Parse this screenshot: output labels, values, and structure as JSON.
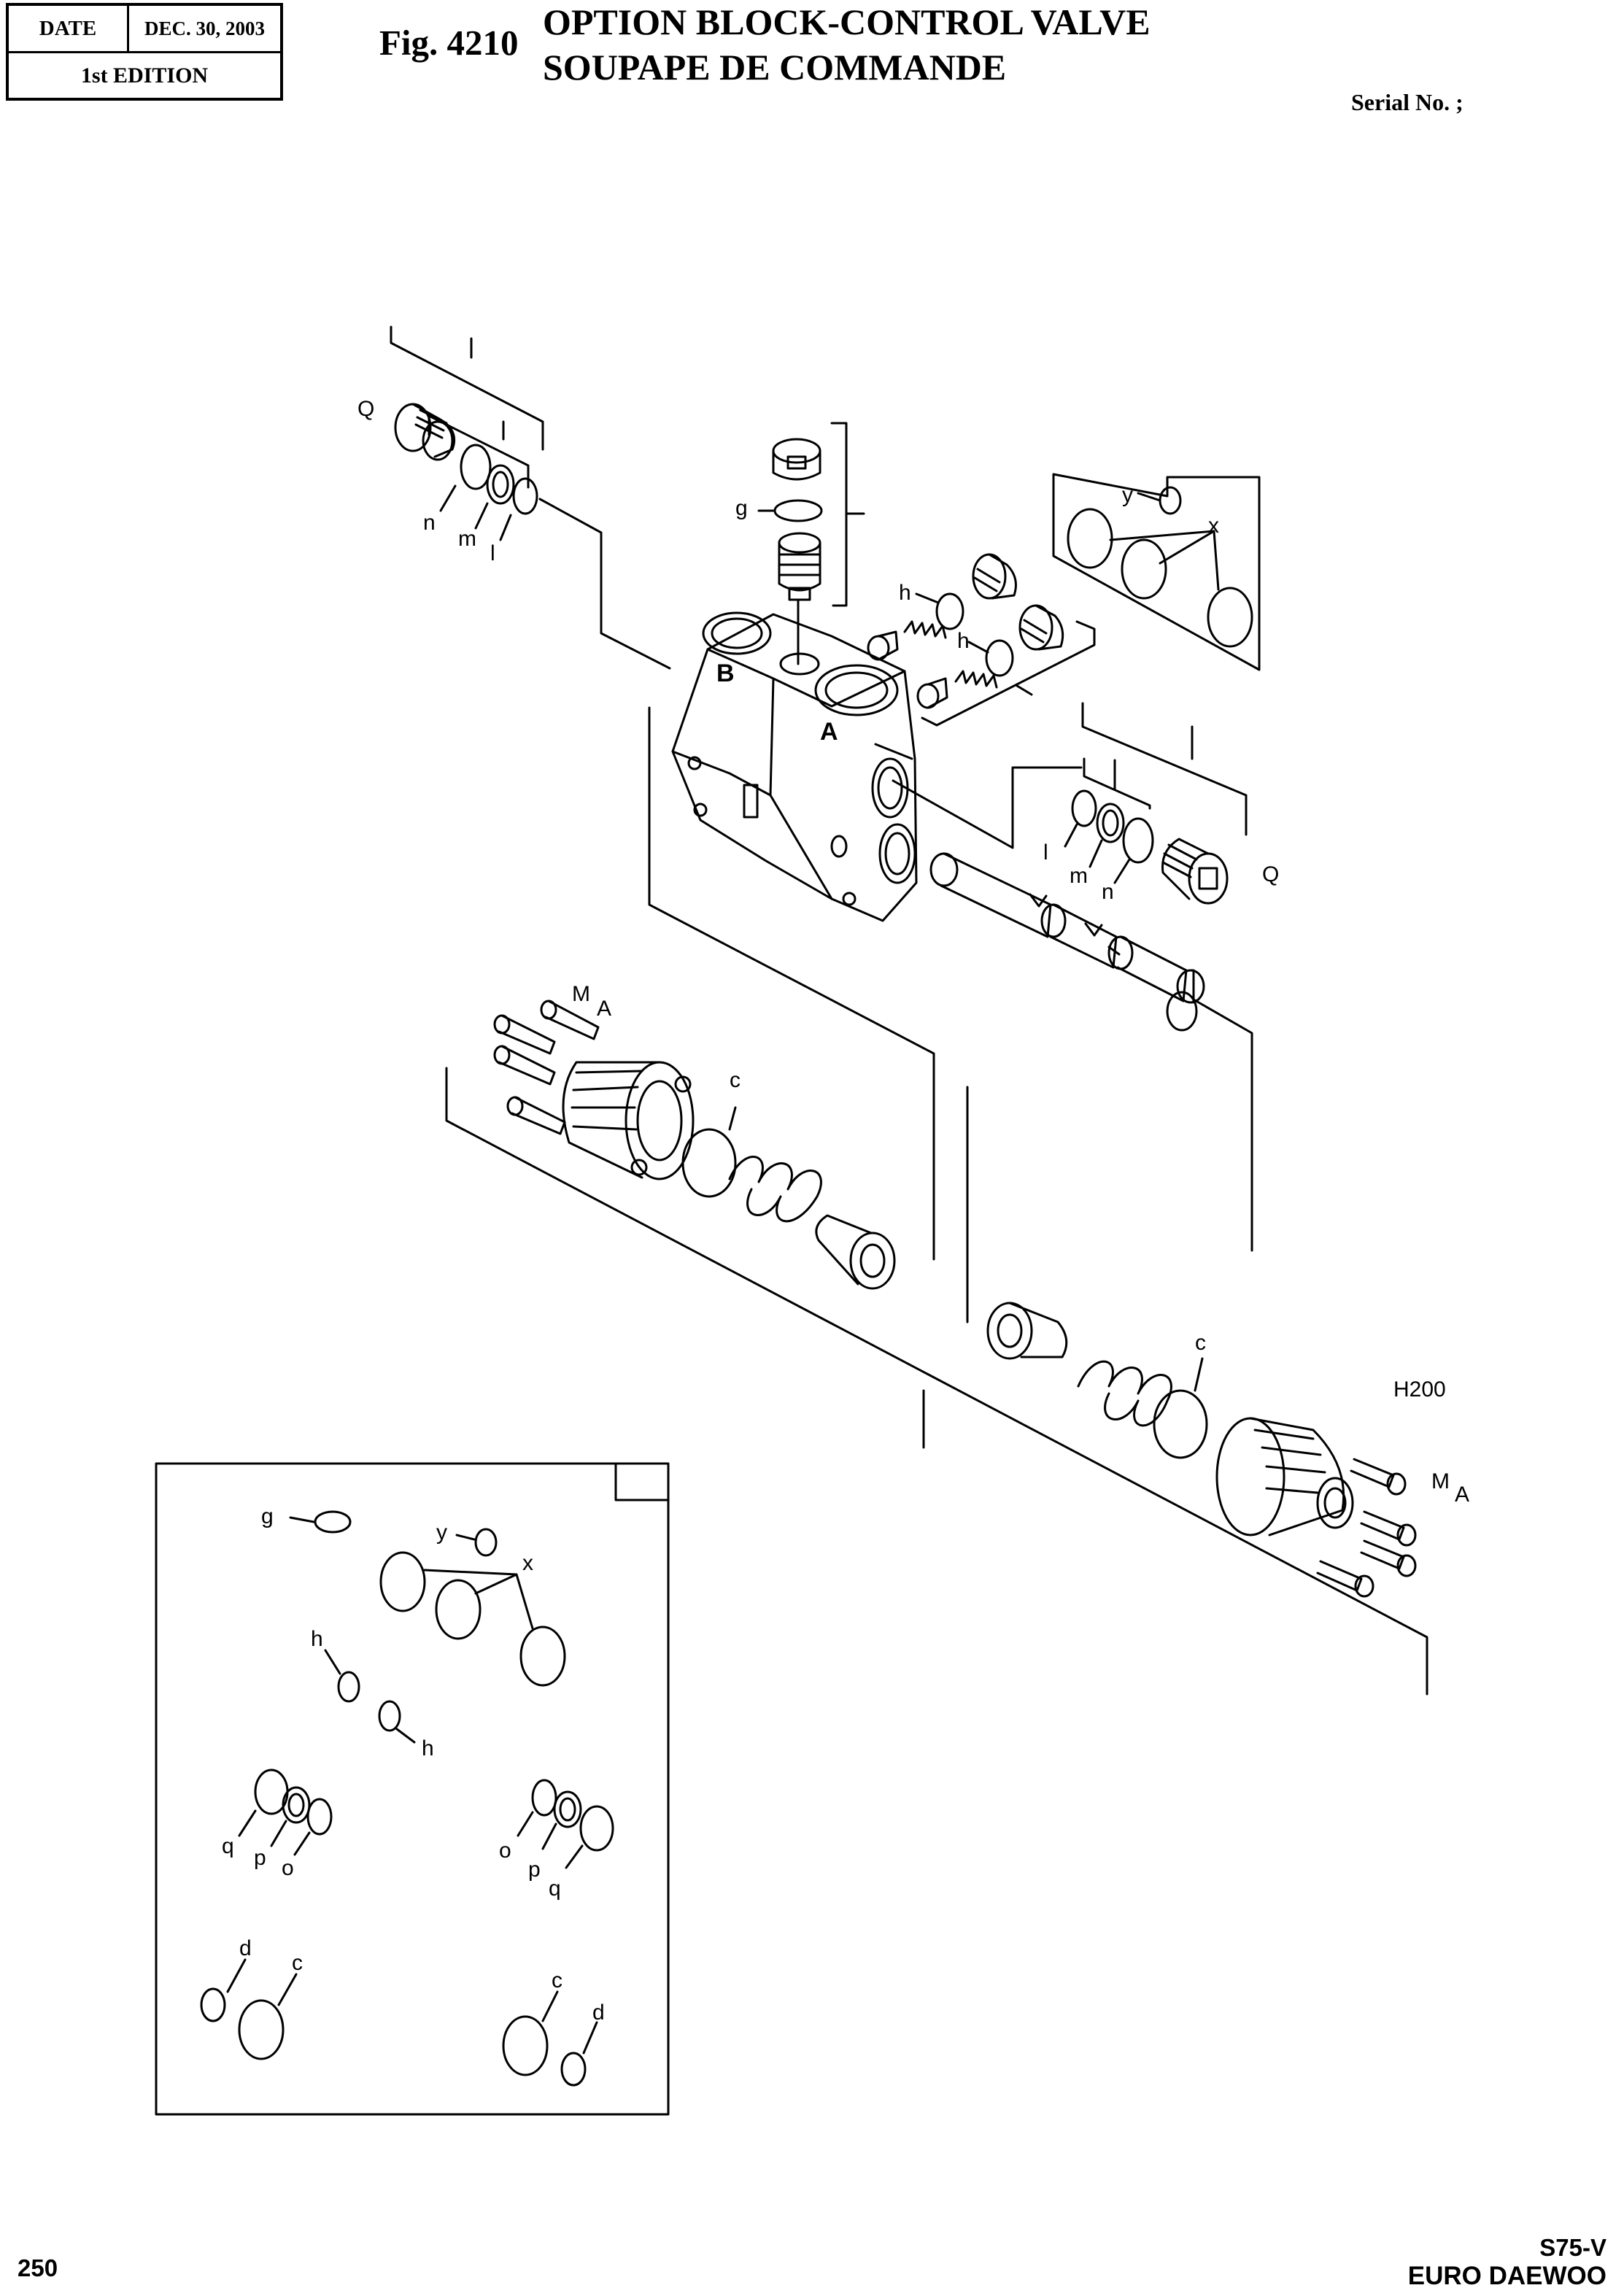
{
  "header": {
    "date_label": "DATE",
    "date_value": "DEC. 30, 2003",
    "edition": "1st EDITION",
    "figure": "Fig. 4210",
    "title_en": "OPTION BLOCK-CONTROL VALVE",
    "title_fr": "SOUPAPE DE COMMANDE",
    "serial": "Serial No. ;"
  },
  "labels": {
    "Q": "Q",
    "n": "n",
    "m": "m",
    "l": "l",
    "g": "g",
    "h": "h",
    "y": "y",
    "x": "x",
    "B": "B",
    "A": "A",
    "M": "M",
    "c": "c",
    "d": "d",
    "o": "o",
    "p": "p",
    "q": "q",
    "H200": "H200"
  },
  "footer": {
    "page": "250",
    "model": "S75-V",
    "brand": "EURO DAEWOO"
  }
}
